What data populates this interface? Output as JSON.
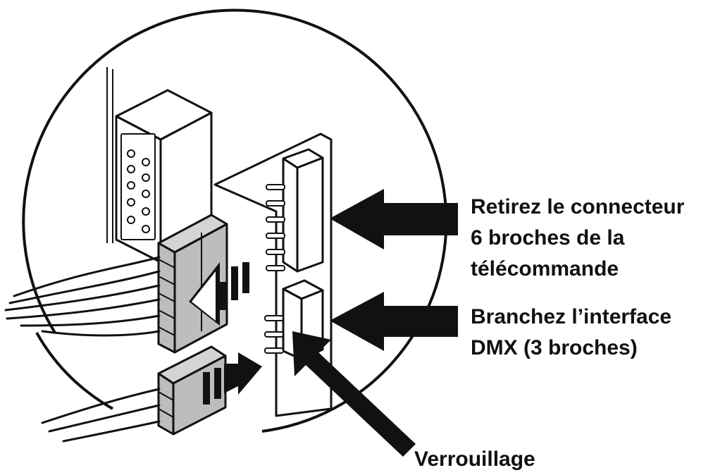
{
  "labels": {
    "remove_connector": {
      "line1": "Retirez le connecteur",
      "line2": "6 broches de la",
      "line3": "télécommande"
    },
    "plug_dmx": {
      "line1": "Branchez l’interface",
      "line2": "DMX (3 broches)"
    },
    "lock": "Verrouillage"
  },
  "colors": {
    "line": "#111111",
    "connector_fill": "#bdbdbd",
    "background": "#ffffff"
  },
  "icons": {
    "arrow": "thick-black-arrow",
    "pull_arrow": "striped-pull-arrow",
    "push_arrow": "striped-push-arrow"
  }
}
